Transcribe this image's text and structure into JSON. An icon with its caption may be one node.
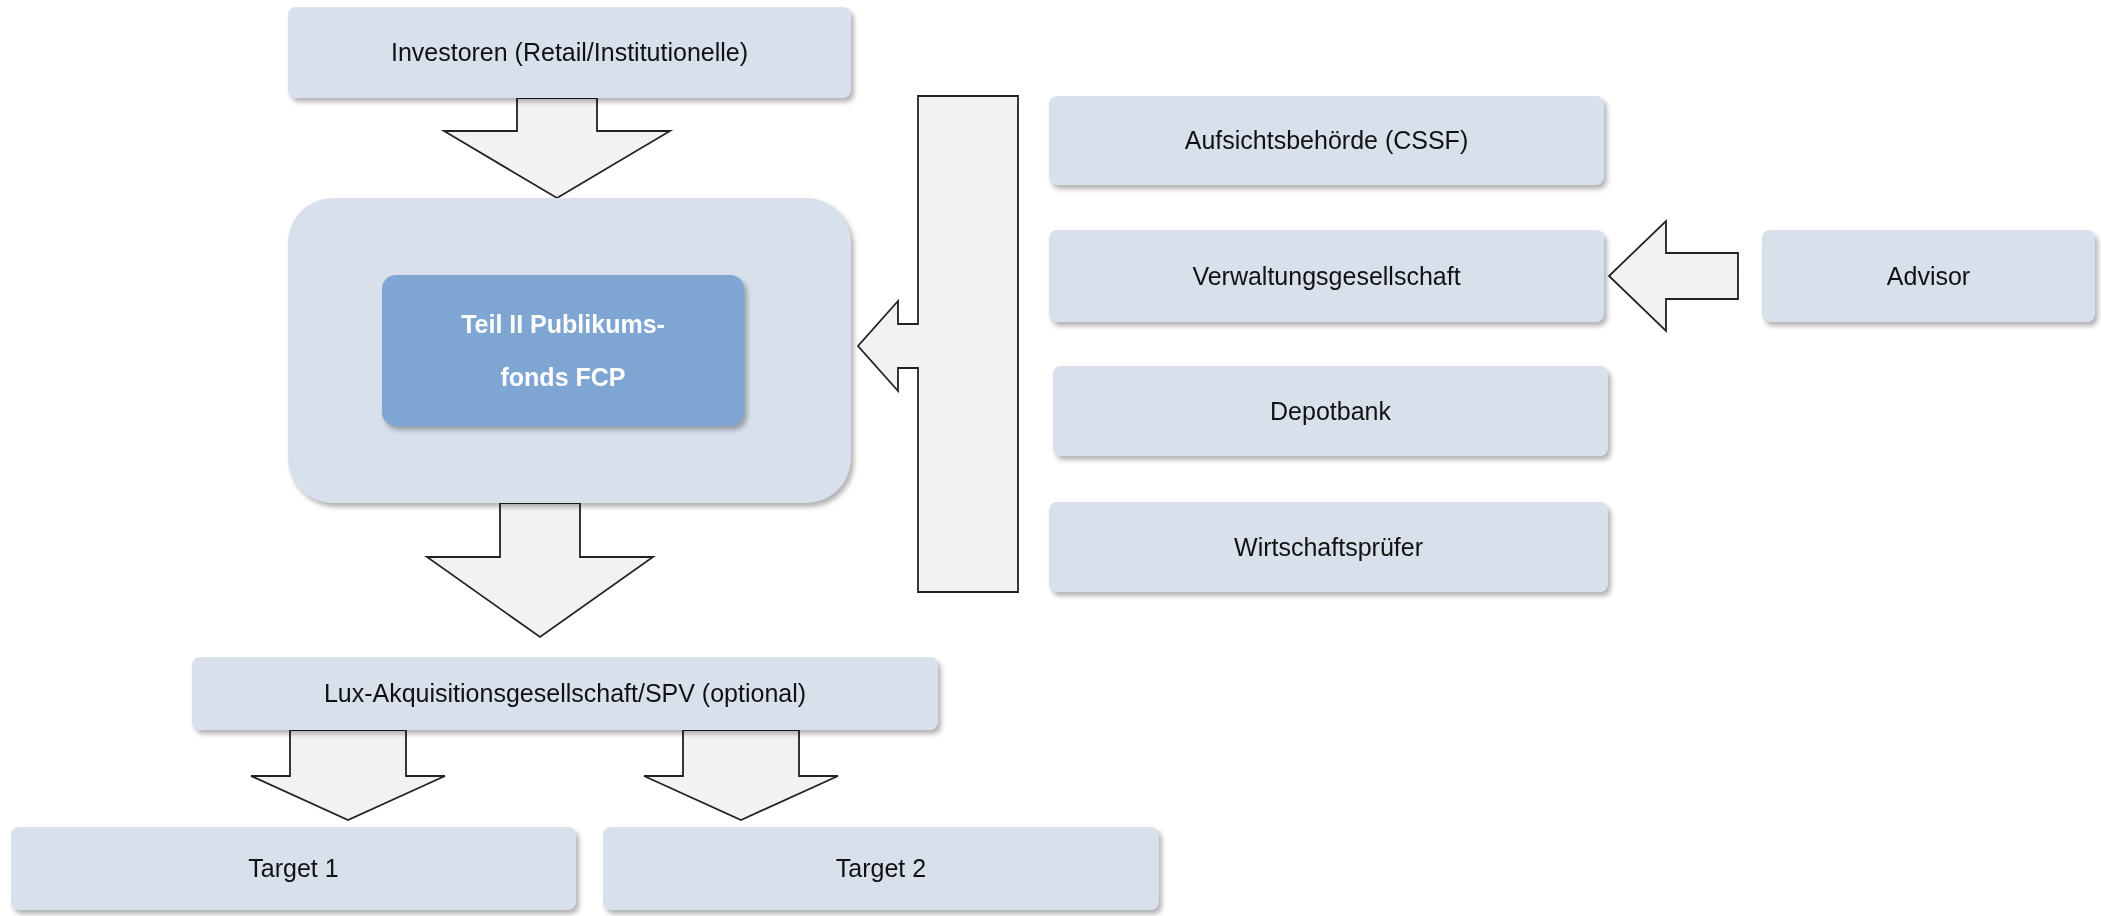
{
  "diagram": {
    "nodes": [
      {
        "text": [
          "Investoren (Retail/Institutionelle)"
        ]
      },
      {
        "text": [],
        "shape": "box"
      },
      {
        "text": [
          "Teil II Publikums- fonds FCP"
        ],
        "in": 1
      },
      {
        "text": [
          "Aufsichtsbehörde (CSSF)"
        ]
      },
      {
        "text": [
          "Verwaltungsgesellschaft"
        ]
      },
      {
        "text": [
          "Depotbank"
        ]
      },
      {
        "text": [
          "Wirtschaftsprüfer"
        ]
      },
      {
        "text": [
          "Advisor"
        ]
      },
      {
        "text": [
          "Lux-Akquisitionsgesellschaft/SPV (optional)"
        ]
      },
      {
        "text": [
          "Target 1"
        ]
      },
      {
        "text": [
          "Target 2"
        ]
      }
    ],
    "edges": [
      {
        "from": 0,
        "to": 1,
        "arrow": "to"
      },
      {
        "from": 1,
        "to": 8,
        "arrow": "to"
      },
      {
        "from": 8,
        "to": 9,
        "arrow": "to"
      },
      {
        "from": 8,
        "to": 10,
        "arrow": "to"
      },
      {
        "from": 3,
        "to": 1,
        "arrow": "to"
      },
      {
        "from": 4,
        "to": 1,
        "arrow": "to"
      },
      {
        "from": 5,
        "to": 1,
        "arrow": "to"
      },
      {
        "from": 6,
        "to": 1,
        "arrow": "to"
      },
      {
        "from": 7,
        "to": 4,
        "arrow": "to"
      }
    ]
  }
}
